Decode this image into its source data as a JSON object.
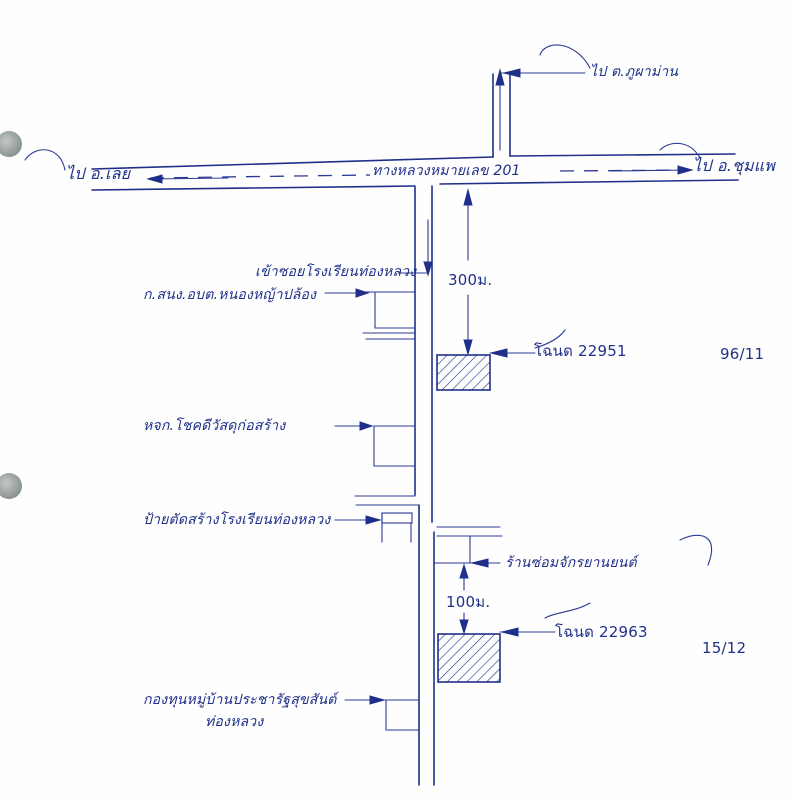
{
  "document": {
    "type": "hand-drawn location map",
    "ink_color": "#1f2f8a",
    "paper_color": "#fefefe"
  },
  "roads": {
    "main_road_label": "ทางหลวงหมายเลข 201",
    "main_road_west_destination": "ไป อ.เลย",
    "main_road_east_destination": "ไป อ.ชุมแพ",
    "north_branch_destination": "ไป ต.ภูผาม่าน"
  },
  "landmarks": [
    {
      "id": "entrance",
      "label": "เข้าซอยโรงเรียนท่องหลวง",
      "side": "west"
    },
    {
      "id": "sao-office",
      "label": "ก.สนง.อบต.หนองหญ้าปล้อง",
      "side": "west"
    },
    {
      "id": "shop",
      "label": "หจก.โชคดีวัสดุก่อสร้าง",
      "side": "west"
    },
    {
      "id": "sign",
      "label": "ป้ายตัดสร้างโรงเรียนท่องหลวง",
      "side": "west"
    },
    {
      "id": "repair-shop",
      "label": "ร้านซ่อมจักรยานยนต์",
      "side": "east"
    },
    {
      "id": "fund",
      "label": "กองทุนหมู่บ้านประชารัฐสุขสันต์",
      "label_line2": "ท่องหลวง",
      "side": "west"
    }
  ],
  "parcels": [
    {
      "id": "parcel-1",
      "label": "โฉนด 22951",
      "note": "96/11",
      "distance_label": "300ม."
    },
    {
      "id": "parcel-2",
      "label": "โฉนด 22963",
      "note": "15/12",
      "distance_label": "100ม."
    }
  ]
}
